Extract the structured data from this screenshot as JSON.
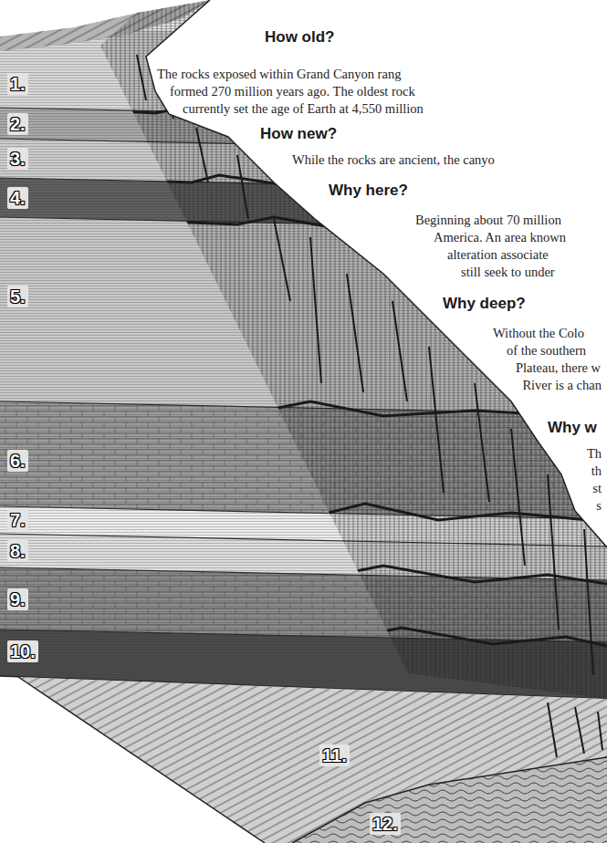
{
  "diagram": {
    "labels": [
      "How old?",
      "The rocks exposed within Grand Canyon rang formed 270 million years ago. The oldest rock currently set the age of Earth at 4,550 million",
      "How new?",
      "While the rocks are ancient, the canyo",
      "Why here?",
      "Beginning about 70 million America. An area known alteration associate still seek to under",
      "Why deep?",
      "Without the Colo of the southern Plateau, there w River is a chan",
      "Why w",
      "Th th st s",
      "1.",
      "2.",
      "3.",
      "4.",
      "5.",
      "6.",
      "7.",
      "8.",
      "9.",
      "10.",
      "11.",
      "12."
    ]
  }
}
